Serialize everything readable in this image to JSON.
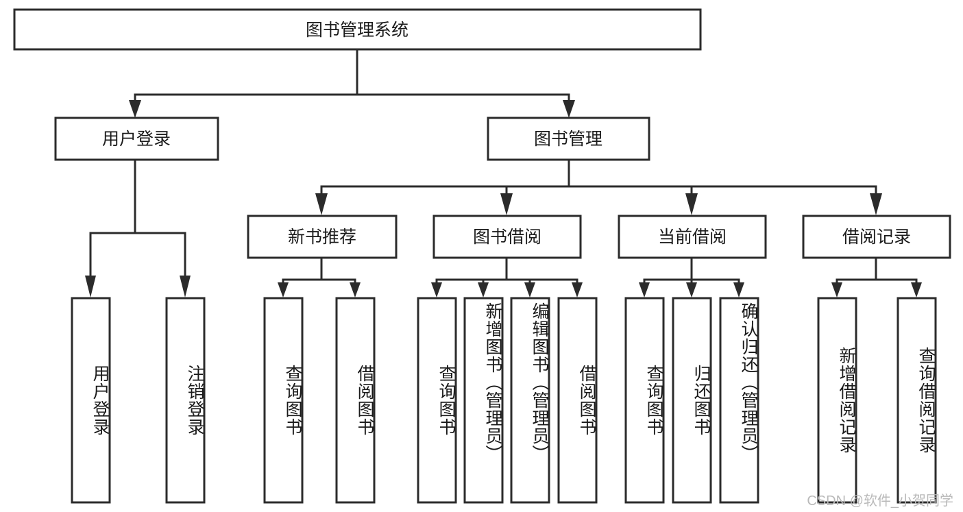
{
  "diagram": {
    "title": "图书管理系统",
    "type": "tree",
    "watermark": "CSDN @软件_小贺同学",
    "colors": {
      "box_stroke": "#2b2b2b",
      "box_fill": "#ffffff",
      "text": "#1a1a1a",
      "watermark": "#b9b9b9",
      "background": "#ffffff"
    },
    "nodes": {
      "root": {
        "label": "图书管理系统",
        "level": 1
      },
      "n_user_login": {
        "label": "用户登录",
        "level": 2
      },
      "n_book_mgmt": {
        "label": "图书管理",
        "level": 2
      },
      "n_new_book_rec": {
        "label": "新书推荐",
        "level": 3
      },
      "n_book_borrow": {
        "label": "图书借阅",
        "level": 3
      },
      "n_current_borrow": {
        "label": "当前借阅",
        "level": 3
      },
      "n_borrow_record": {
        "label": "借阅记录",
        "level": 3
      },
      "leaf_user_login": {
        "label": "用户登录",
        "level": 4
      },
      "leaf_logout": {
        "label": "注销登录",
        "level": 4
      },
      "leaf_query_book_1": {
        "label": "查询图书",
        "level": 4
      },
      "leaf_borrow_book_1": {
        "label": "借阅图书",
        "level": 4
      },
      "leaf_query_book_2": {
        "label": "查询图书",
        "level": 4
      },
      "leaf_add_book": {
        "label": "新增图书（管理员）",
        "level": 4
      },
      "leaf_edit_book": {
        "label": "编辑图书（管理员）",
        "level": 4
      },
      "leaf_borrow_book_2": {
        "label": "借阅图书",
        "level": 4
      },
      "leaf_query_book_3": {
        "label": "查询图书",
        "level": 4
      },
      "leaf_return_book": {
        "label": "归还图书",
        "level": 4
      },
      "leaf_confirm_return": {
        "label": "确认归还（管理员）",
        "level": 4
      },
      "leaf_add_record": {
        "label": "新增借阅记录",
        "level": 4
      },
      "leaf_query_record": {
        "label": "查询借阅记录",
        "level": 4
      }
    },
    "edges": [
      {
        "from": "root",
        "to": "n_user_login"
      },
      {
        "from": "root",
        "to": "n_book_mgmt"
      },
      {
        "from": "n_book_mgmt",
        "to": "n_new_book_rec"
      },
      {
        "from": "n_book_mgmt",
        "to": "n_book_borrow"
      },
      {
        "from": "n_book_mgmt",
        "to": "n_current_borrow"
      },
      {
        "from": "n_book_mgmt",
        "to": "n_borrow_record"
      },
      {
        "from": "n_user_login",
        "to": "leaf_user_login"
      },
      {
        "from": "n_user_login",
        "to": "leaf_logout"
      },
      {
        "from": "n_new_book_rec",
        "to": "leaf_query_book_1"
      },
      {
        "from": "n_new_book_rec",
        "to": "leaf_borrow_book_1"
      },
      {
        "from": "n_book_borrow",
        "to": "leaf_query_book_2"
      },
      {
        "from": "n_book_borrow",
        "to": "leaf_add_book"
      },
      {
        "from": "n_book_borrow",
        "to": "leaf_edit_book"
      },
      {
        "from": "n_book_borrow",
        "to": "leaf_borrow_book_2"
      },
      {
        "from": "n_current_borrow",
        "to": "leaf_query_book_3"
      },
      {
        "from": "n_current_borrow",
        "to": "leaf_return_book"
      },
      {
        "from": "n_current_borrow",
        "to": "leaf_confirm_return"
      },
      {
        "from": "n_borrow_record",
        "to": "leaf_add_record"
      },
      {
        "from": "n_borrow_record",
        "to": "leaf_query_record"
      }
    ]
  }
}
